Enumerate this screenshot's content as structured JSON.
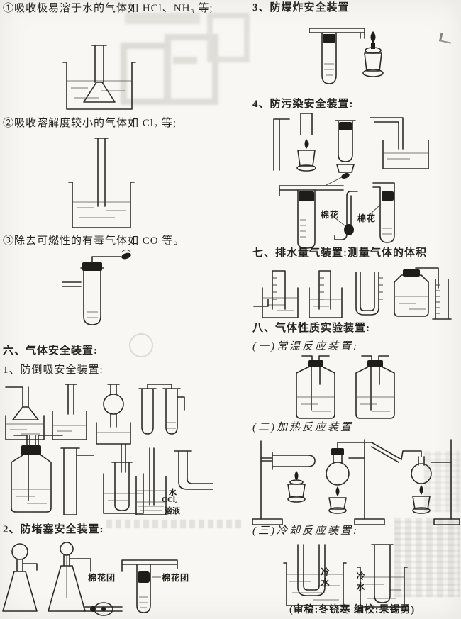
{
  "page": {
    "credit": "(审稿:冬铙寒  编校:果锡勇)"
  },
  "left_column": {
    "absorption_items": [
      {
        "label": "①吸收极易溶于水的气体如 HCl、NH₃ 等;"
      },
      {
        "label": "②吸收溶解度较小的气体如 Cl₂ 等;"
      },
      {
        "label": "③除去可燃性的有毒气体如 CO 等。"
      }
    ],
    "section6": {
      "title": "六、气体安全装置:",
      "sub1": "1、防倒吸安全装置:",
      "sub2": "2、防堵塞安全装置:"
    },
    "diagram_labels": {
      "water": "水",
      "ccl4": "CCl₄",
      "solution": "溶液",
      "cotton_ball_left": "棉花团",
      "cotton_ball_right": "棉花团"
    }
  },
  "right_column": {
    "section6": {
      "sub3": "3、防爆炸安全装置",
      "sub4": "4、防污染安全装置:"
    },
    "section7": {
      "title": "七、排水量气装置:测量气体的体积"
    },
    "section8": {
      "title": "八、气体性质实验装置:",
      "sub1": "(一)常温反应装置:",
      "sub2": "(二)加热反应装置",
      "sub3": "(三)冷却反应装置:"
    },
    "diagram_labels": {
      "cotton_left": "棉花",
      "cotton_right": "棉花",
      "cold_water_left": "冷水",
      "cold_water_right": "冷水"
    }
  }
}
